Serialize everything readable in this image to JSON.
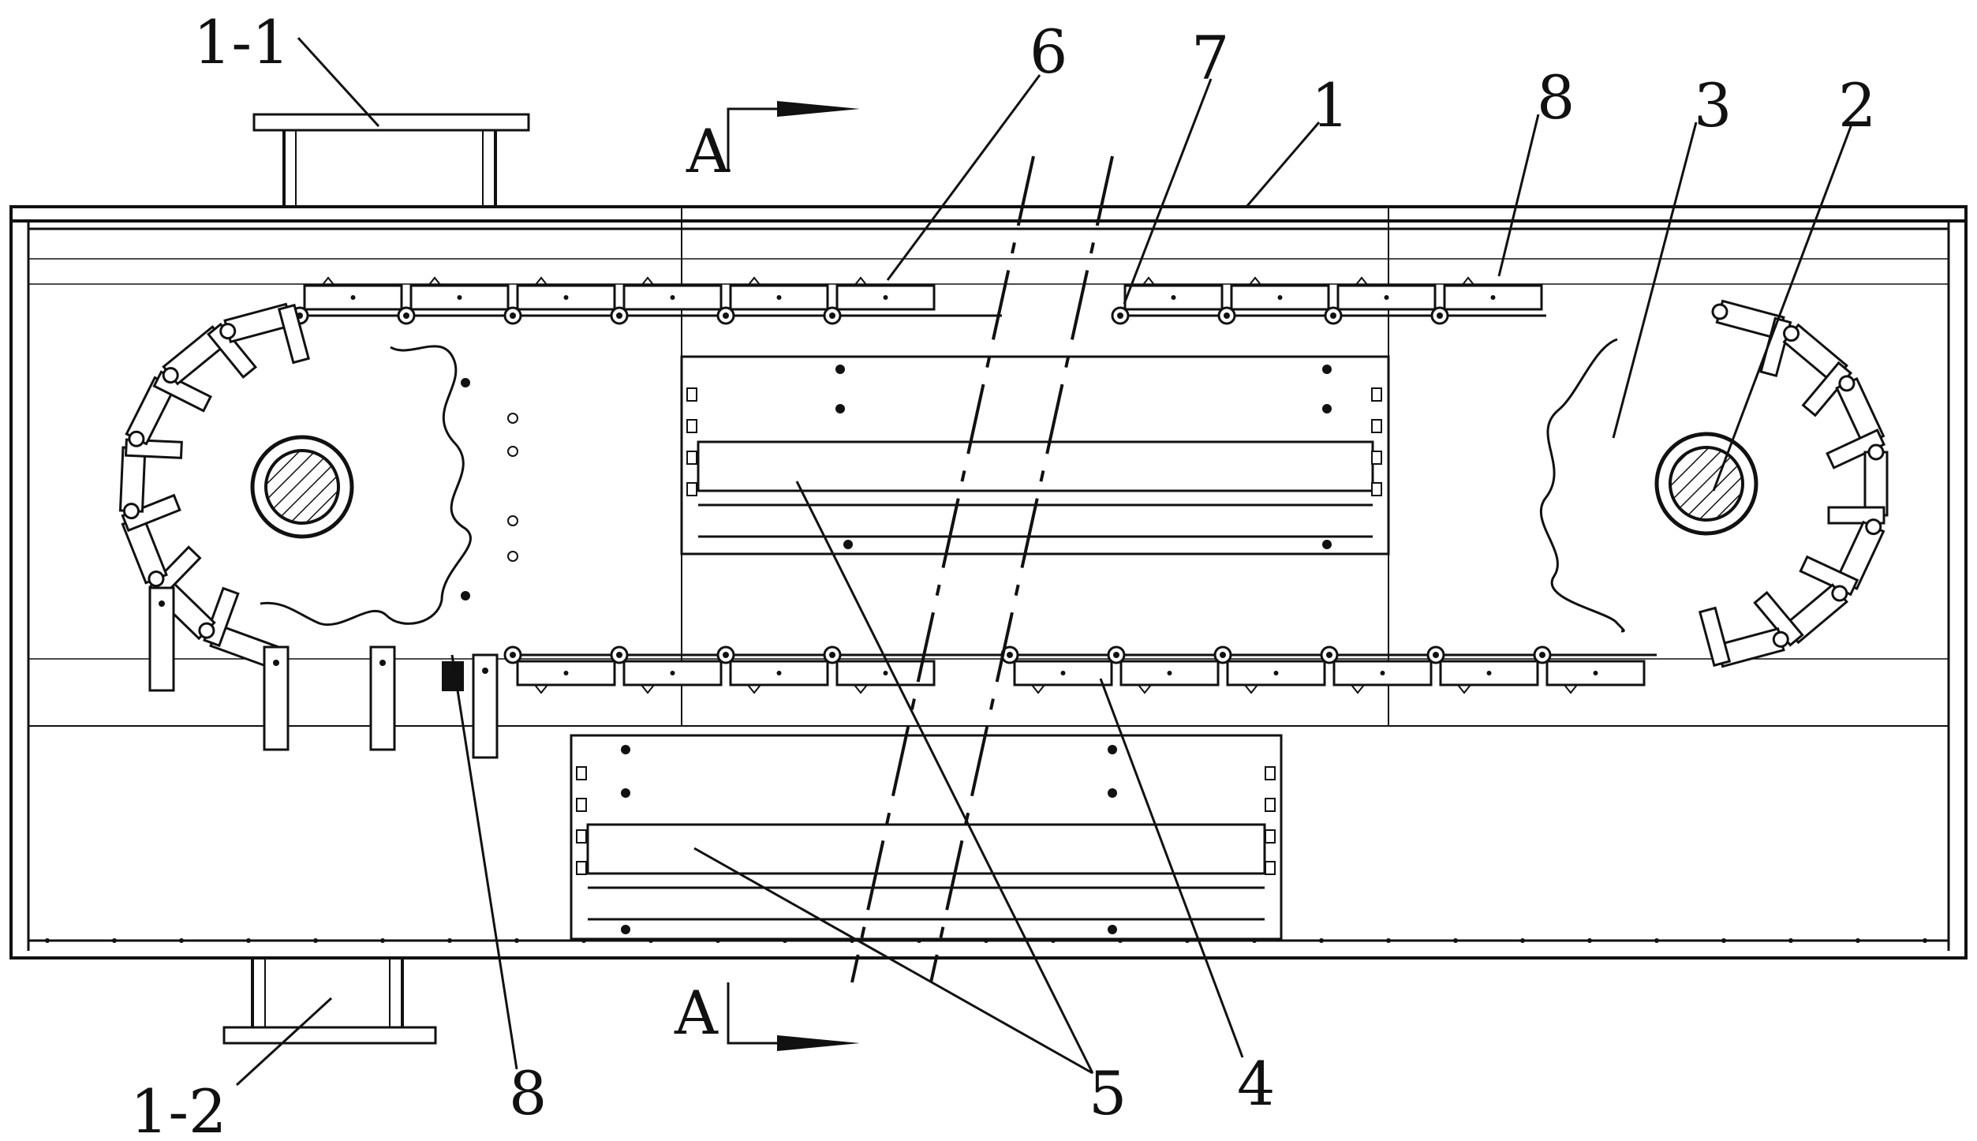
{
  "diagram": {
    "section_marks": [
      "A",
      "A"
    ],
    "callouts": [
      {
        "id": "c-1-1",
        "text": "1-1"
      },
      {
        "id": "c-6",
        "text": "6"
      },
      {
        "id": "c-7",
        "text": "7"
      },
      {
        "id": "c-1",
        "text": "1"
      },
      {
        "id": "c-8-top",
        "text": "8"
      },
      {
        "id": "c-3",
        "text": "3"
      },
      {
        "id": "c-2",
        "text": "2"
      },
      {
        "id": "c-1-2",
        "text": "1-2"
      },
      {
        "id": "c-8-bottom",
        "text": "8"
      },
      {
        "id": "c-5",
        "text": "5"
      },
      {
        "id": "c-4",
        "text": "4"
      }
    ]
  }
}
